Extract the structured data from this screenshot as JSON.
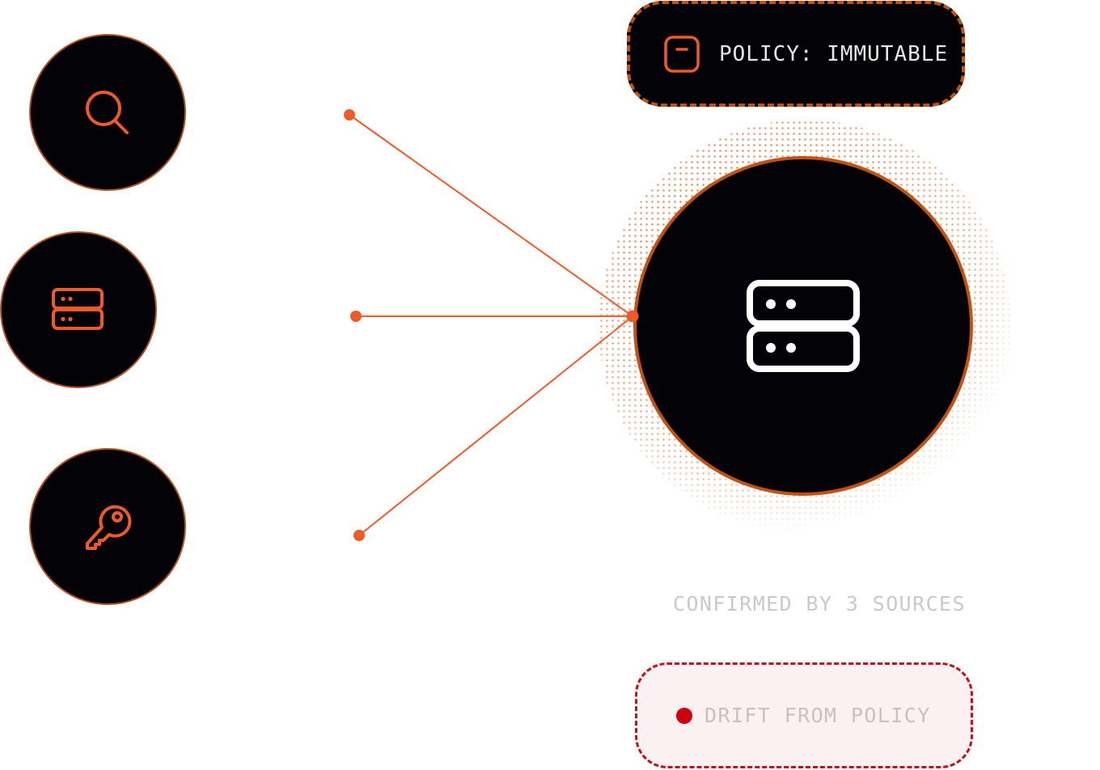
{
  "diagram": {
    "sources": [
      {
        "id": "search",
        "icon": "search-icon"
      },
      {
        "id": "server",
        "icon": "server-icon"
      },
      {
        "id": "key",
        "icon": "key-icon"
      }
    ],
    "hub": {
      "icon": "database-icon"
    },
    "policy_badge": {
      "label": "POLICY: IMMUTABLE",
      "icon": "policy-doc-icon"
    },
    "confirmed_caption": "CONFIRMED BY 3 SOURCES",
    "drift_badge": {
      "label": "DRIFT FROM POLICY",
      "status_color": "#d0000f"
    }
  },
  "colors": {
    "accent": "#f05a28",
    "hub_border": "#c4520f",
    "node_fill": "#030307",
    "node_border": "#b4511e",
    "drift": "#c0121c"
  }
}
